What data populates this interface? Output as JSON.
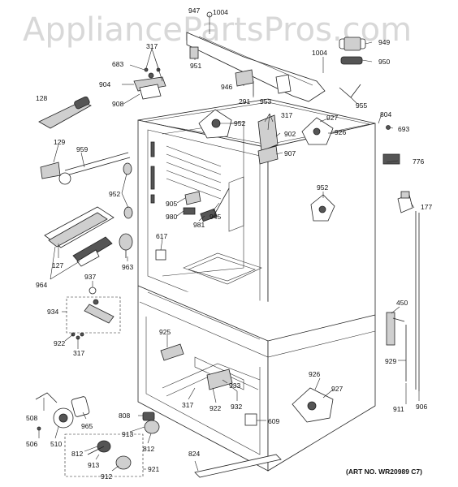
{
  "watermark": "AppliancePartsPros.com",
  "art_number": "(ART NO. WR20989 C7)",
  "labels": {
    "l947": "947",
    "l1004a": "1004",
    "l949": "949",
    "l950": "950",
    "l1004b": "1004",
    "l317a": "317",
    "l683": "683",
    "l951": "951",
    "l904": "904",
    "l908": "908",
    "l946": "946",
    "l291": "291",
    "l953": "953",
    "l955": "955",
    "l128": "128",
    "l804": "804",
    "l693": "693",
    "l317b": "317",
    "l952a": "952",
    "l927a": "927",
    "l926a": "926",
    "l902": "902",
    "l907": "907",
    "l776": "776",
    "l129": "129",
    "l959": "959",
    "l952b": "952",
    "l905": "905",
    "l980": "980",
    "l981": "981",
    "l945": "945",
    "l952c": "952",
    "l177": "177",
    "l617": "617",
    "l963": "963",
    "l127": "127",
    "l964": "964",
    "l937": "937",
    "l934": "934",
    "l922a": "922",
    "l317c": "317",
    "l925": "925",
    "l450": "450",
    "l929": "929",
    "l933": "933",
    "l926b": "926",
    "l927b": "927",
    "l317d": "317",
    "l922b": "922",
    "l932": "932",
    "l911": "911",
    "l906": "906",
    "l508": "508",
    "l965": "965",
    "l808": "808",
    "l609": "609",
    "l506": "506",
    "l510": "510",
    "l913a": "913",
    "l812a": "812",
    "l812b": "812",
    "l913b": "913",
    "l912": "912",
    "l921": "921",
    "l824": "824"
  }
}
